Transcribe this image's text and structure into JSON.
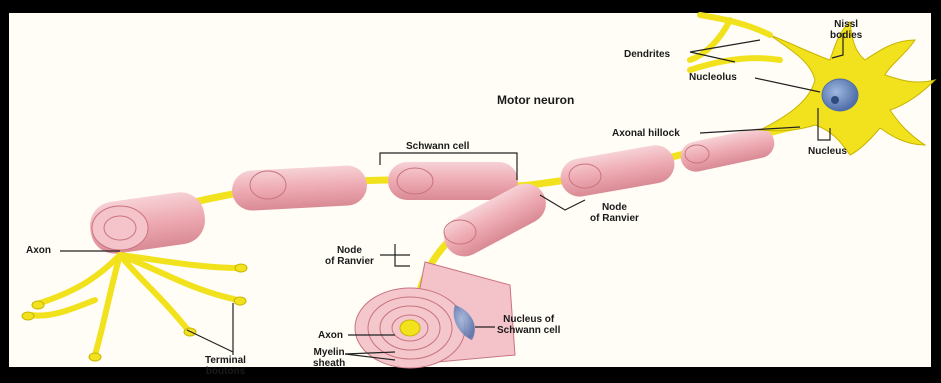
{
  "diagram": {
    "title": "Motor neuron",
    "labels": {
      "nissl_bodies_1": "Nissl",
      "nissl_bodies_2": "bodies",
      "dendrites": "Dendrites",
      "nucleolus": "Nucleolus",
      "axonal_hillock": "Axonal hillock",
      "nucleus": "Nucleus",
      "schwann_cell": "Schwann cell",
      "node_ranvier_right_1": "Node",
      "node_ranvier_right_2": "of Ranvier",
      "node_ranvier_left_1": "Node",
      "node_ranvier_left_2": "of Ranvier",
      "axon_left": "Axon",
      "terminal_boutons_1": "Terminal",
      "terminal_boutons_2": "boutons",
      "axon_cross": "Axon",
      "myelin_sheath_1": "Myelin",
      "myelin_sheath_2": "sheath",
      "nucleus_schwann_1": "Nucleus of",
      "nucleus_schwann_2": "Schwann cell"
    },
    "colors": {
      "frame": "#000000",
      "background": "#fffdf6",
      "axon": "#f2e21d",
      "axon_dark": "#c8b400",
      "myelin": "#f0b7bd",
      "myelin_dark": "#c9737e",
      "nucleus_blue": "#6f8fbf",
      "leader": "#222222"
    }
  }
}
